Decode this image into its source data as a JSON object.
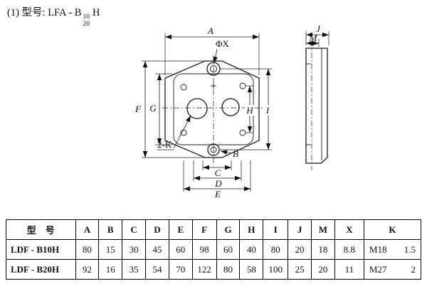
{
  "header": {
    "index": "(1)",
    "label": "型号: LFA - B",
    "sup": "10",
    "sub": "20",
    "suffix": "H"
  },
  "drawing": {
    "dim_A": "A",
    "dim_phi_x": "ΦX",
    "dim_F": "F",
    "dim_G": "G",
    "dim_H": "H",
    "dim_I": "I",
    "dim_B": "B",
    "dim_C": "C",
    "dim_D": "D",
    "dim_E": "E",
    "dim_two_k": "2-K",
    "dim_J": "J",
    "dim_M": "M"
  },
  "table": {
    "headers": [
      "型　号",
      "A",
      "B",
      "C",
      "D",
      "E",
      "F",
      "G",
      "H",
      "I",
      "J",
      "M",
      "X",
      "K"
    ],
    "rows": [
      [
        "LDF - B10H",
        "80",
        "15",
        "30",
        "45",
        "60",
        "98",
        "60",
        "40",
        "80",
        "20",
        "18",
        "8.8",
        "M18",
        "1.5"
      ],
      [
        "LDF - B20H",
        "92",
        "16",
        "35",
        "54",
        "70",
        "122",
        "80",
        "58",
        "100",
        "25",
        "20",
        "11",
        "M27",
        "2"
      ]
    ]
  }
}
